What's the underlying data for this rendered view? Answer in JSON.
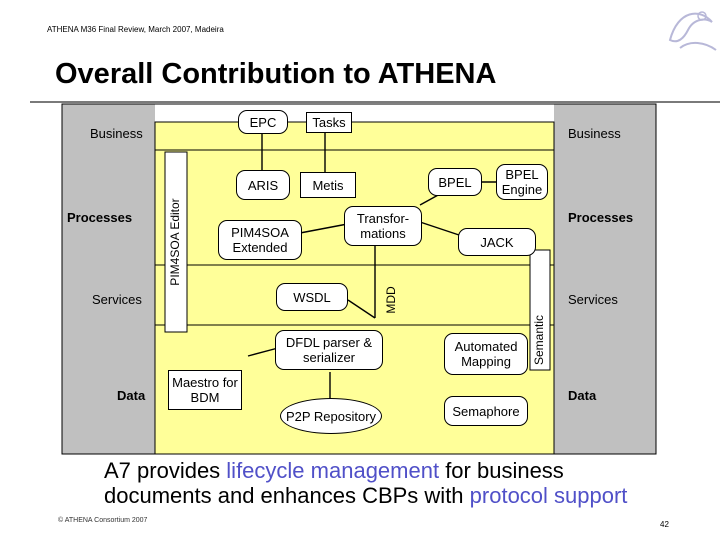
{
  "header": {
    "text": "ATHENA M36 Final Review, March 2007, Madeira"
  },
  "title": "Overall Contribution to ATHENA",
  "bands": {
    "left": {
      "business": "Business",
      "processes": "Processes",
      "services": "Services",
      "data": "Data"
    },
    "right": {
      "business": "Business",
      "processes": "Processes",
      "services": "Services",
      "data": "Data"
    }
  },
  "vertical_labels": {
    "pim4soa_editor": "PIM4SOA Editor",
    "mdd": "MDD",
    "semantic": "Semantic"
  },
  "boxes": {
    "epc": "EPC",
    "tasks": "Tasks",
    "aris": "ARIS",
    "metis": "Metis",
    "bpel": "BPEL",
    "bpel_engine": "BPEL Engine",
    "pim4soa_extended": "PIM4SOA Extended",
    "transformations": "Transfor-mations",
    "jack": "JACK",
    "wsdl": "WSDL",
    "dfdl": "DFDL parser & serializer",
    "automated_mapping": "Automated Mapping",
    "maestro": "Maestro for BDM",
    "p2p": "P2P Repository",
    "semaphore": "Semaphore"
  },
  "caption": {
    "part1": "A7 provides ",
    "highlight1": "lifecycle management",
    "part2": " for business documents and enhances CBPs with ",
    "highlight2": "protocol support"
  },
  "footer": {
    "left": "© ATHENA Consortium 2007",
    "page": "42"
  },
  "colors": {
    "bg_yellow": "#ffff99",
    "gray": "#c0c0c0",
    "highlight": "#5050c8",
    "line": "#000000"
  }
}
